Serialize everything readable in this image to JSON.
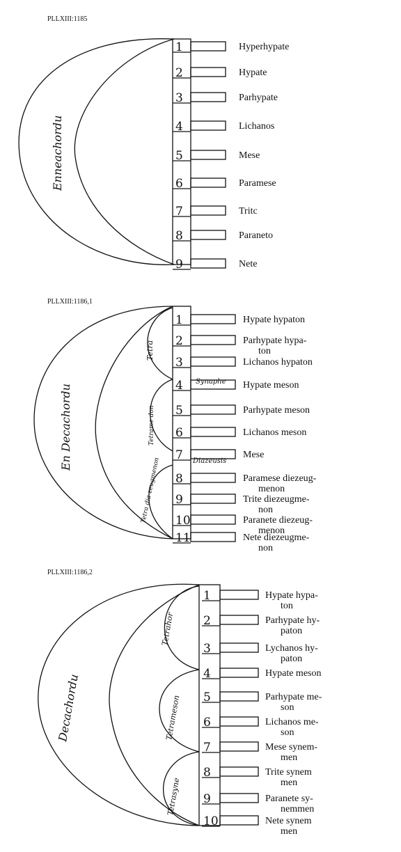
{
  "panels": [
    {
      "code": "PLLXIII:1185",
      "arc_label": "Enneachordu",
      "numbers": [
        "1",
        "2",
        "3",
        "4",
        "5",
        "6",
        "7",
        "8",
        "9"
      ],
      "names": [
        [
          "Hyperhypate"
        ],
        [
          "Hypate"
        ],
        [
          "Parhypate"
        ],
        [
          "Lichanos"
        ],
        [
          "Mese"
        ],
        [
          "Paramese"
        ],
        [
          "Tritc"
        ],
        [
          "Paraneto"
        ],
        [
          "Nete"
        ]
      ]
    },
    {
      "code": "PLLXIII:1186,1",
      "arc_label": "En Decachordu",
      "inner_labels": [
        "Tetra",
        "Tetrame don",
        "Tetra dia zeugmenon"
      ],
      "box_labels": [
        "Synaphe",
        "Diazeusis"
      ],
      "numbers": [
        "1",
        "2",
        "3",
        "4",
        "5",
        "6",
        "7",
        "8",
        "9",
        "10",
        "11"
      ],
      "names": [
        [
          "Hypate hypaton"
        ],
        [
          "Parhypate hypa-",
          "ton"
        ],
        [
          "Lichanos hypaton"
        ],
        [
          "Hypate meson"
        ],
        [
          "Parhypate meson"
        ],
        [
          "Lichanos meson"
        ],
        [
          "Mese"
        ],
        [
          "Paramese diezeug-",
          "menon"
        ],
        [
          "Trite diezeugme-",
          "non"
        ],
        [
          "Paranete diezeug-",
          "menon"
        ],
        [
          "Nete diezeugme-",
          "non"
        ]
      ]
    },
    {
      "code": "PLLXIII:1186,2",
      "arc_label": "Decachordu",
      "inner_labels": [
        "Tetrahor",
        "Tetrameson",
        "Tetrasyne"
      ],
      "numbers": [
        "1",
        "2",
        "3",
        "4",
        "5",
        "6",
        "7",
        "8",
        "9",
        "10"
      ],
      "names": [
        [
          "Hypate hypa-",
          "ton"
        ],
        [
          "Parhypate hy-",
          "paton"
        ],
        [
          "Lychanos hy-",
          "paton"
        ],
        [
          "Hypate meson"
        ],
        [
          "Parhypate me-",
          "son"
        ],
        [
          "Lichanos me-",
          "son"
        ],
        [
          "Mese synem-",
          "men"
        ],
        [
          "Trite synem",
          "men"
        ],
        [
          "Paranete sy-",
          "nemmen"
        ],
        [
          "Nete synem",
          "men"
        ]
      ]
    }
  ]
}
